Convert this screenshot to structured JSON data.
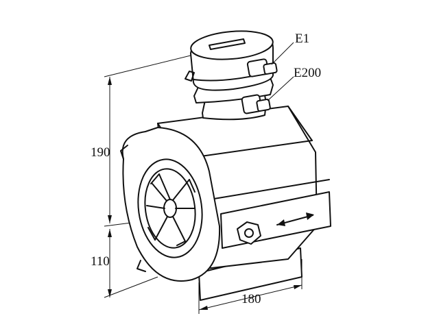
{
  "labels": {
    "connector_top": "E1",
    "connector_bottom": "E200"
  },
  "dimensions": {
    "upper_height": "190",
    "lower_height": "110",
    "base_width": "180"
  },
  "colors": {
    "line": "#111111",
    "background": "#ffffff"
  }
}
